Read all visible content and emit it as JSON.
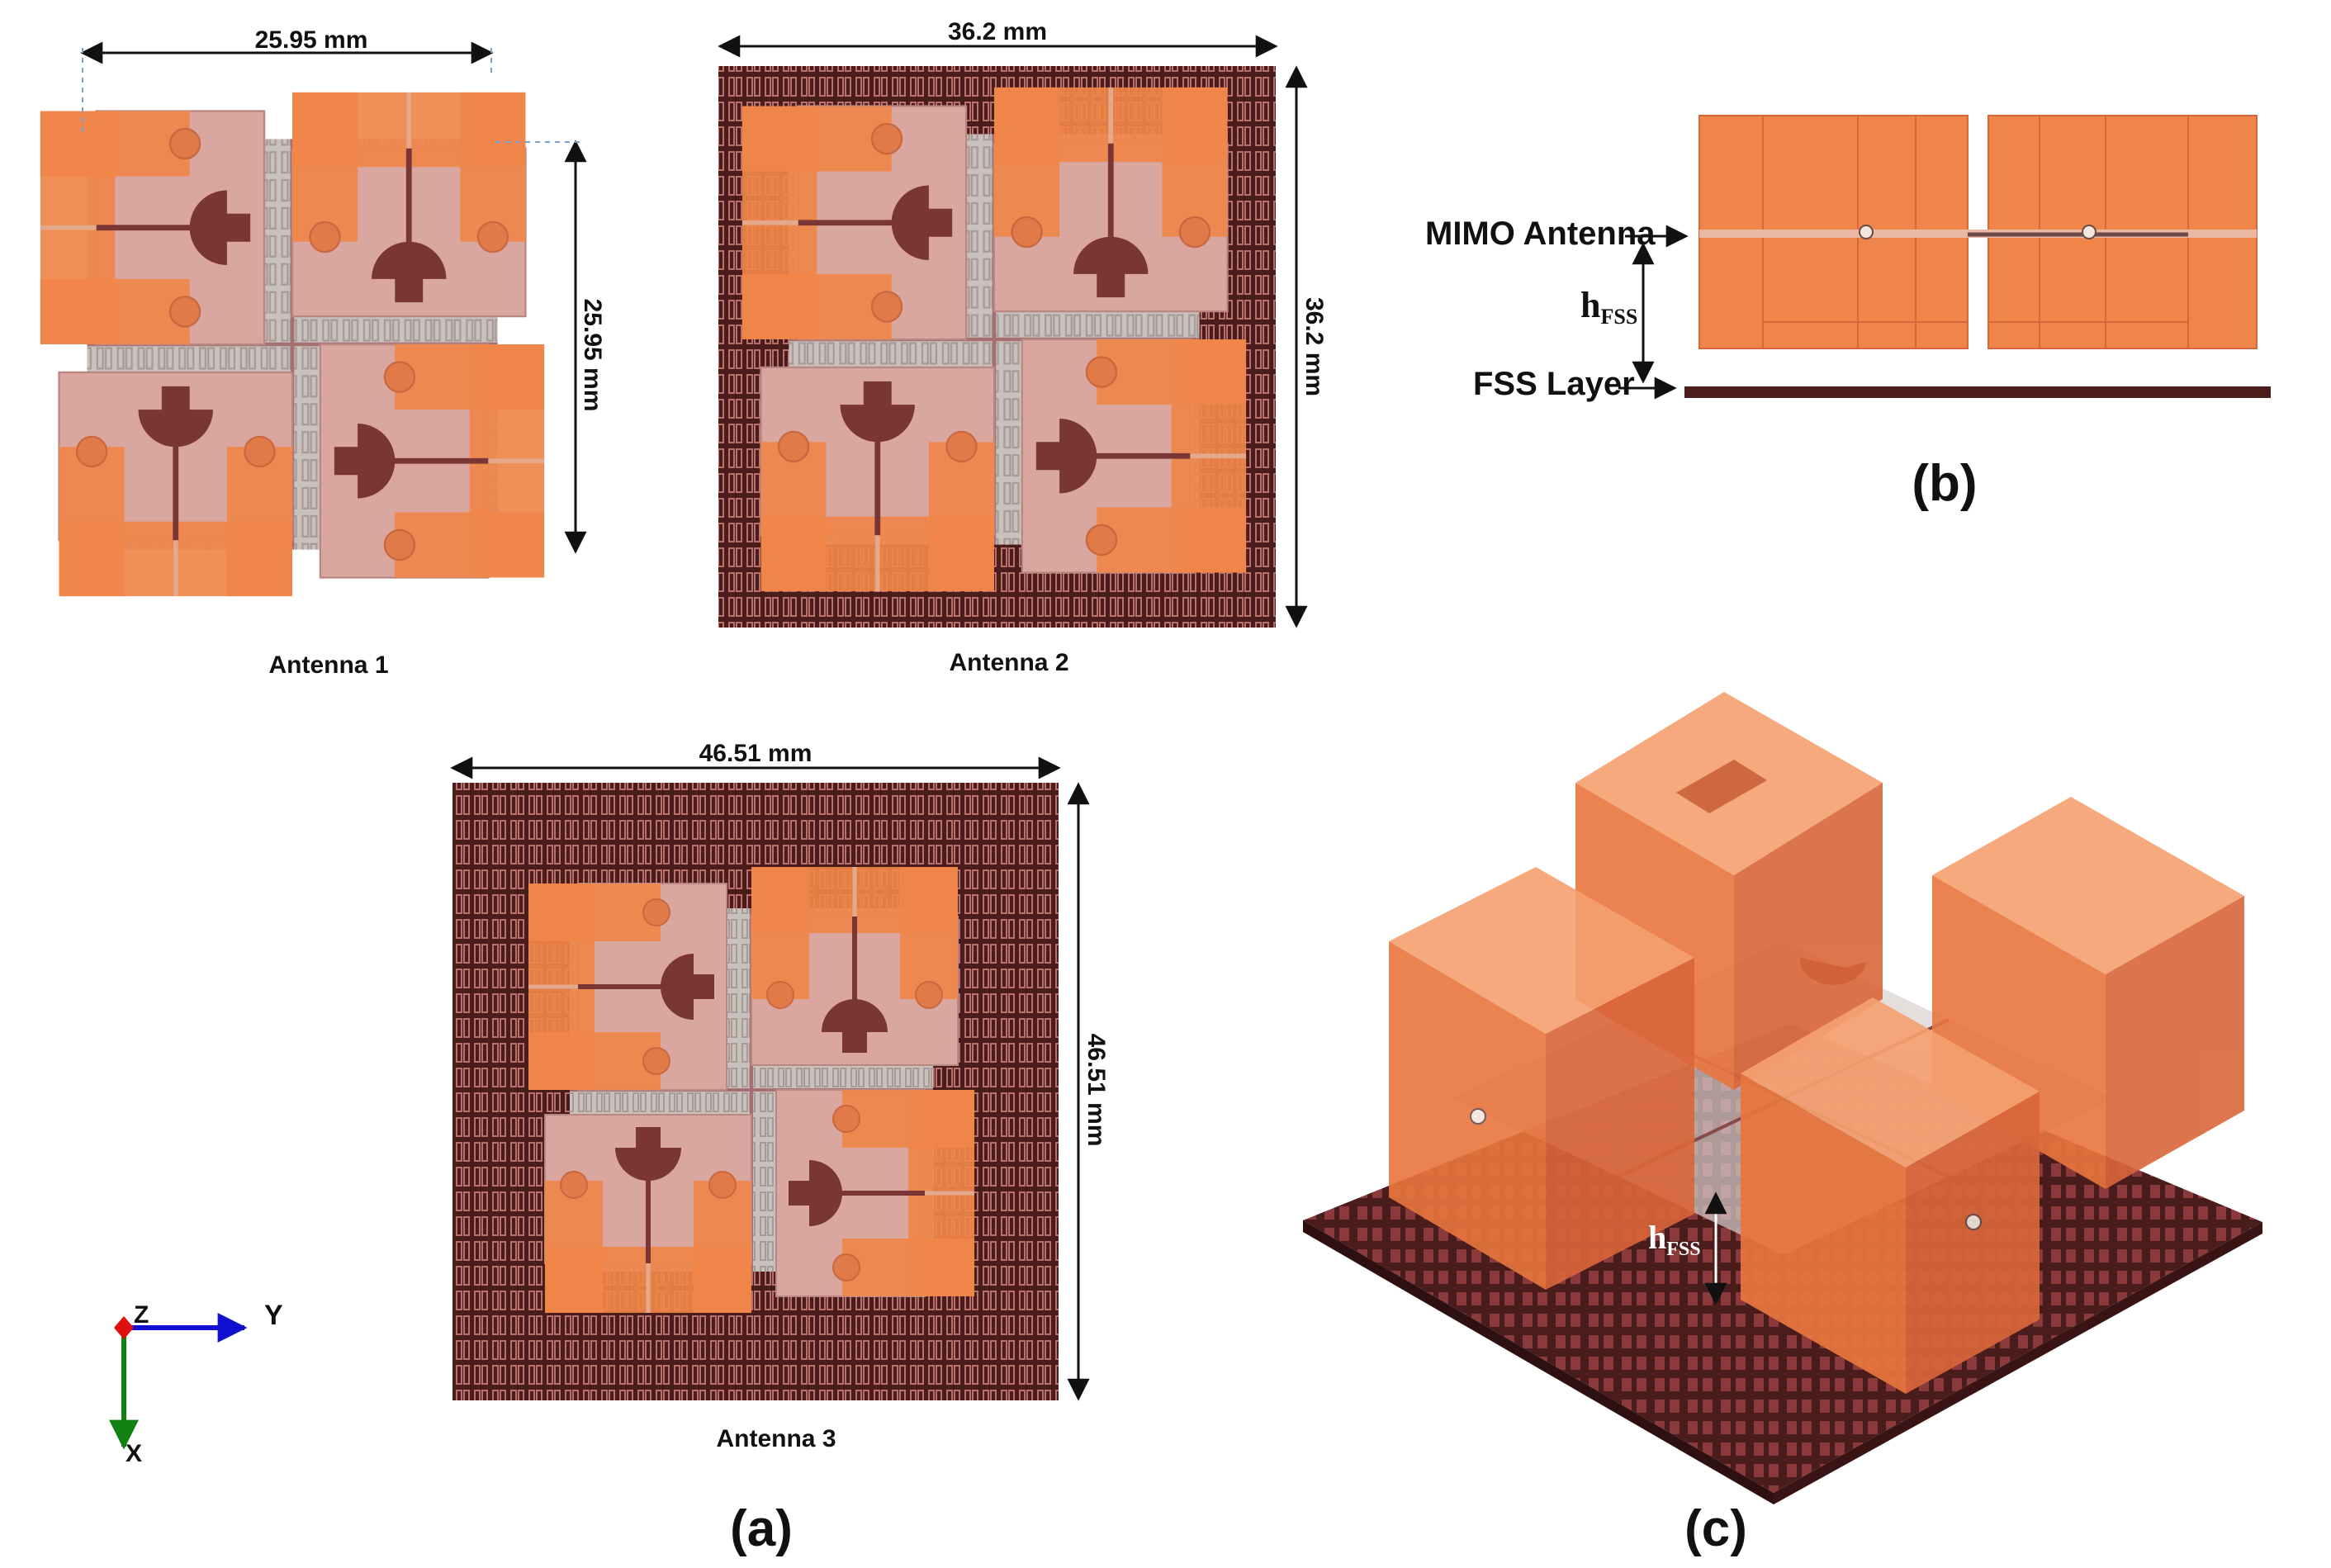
{
  "panel_a": {
    "caption": "(a)",
    "antenna1": {
      "label": "Antenna 1",
      "width": "25.95 mm",
      "height": "25.95 mm"
    },
    "antenna2": {
      "label": "Antenna 2",
      "width": "36.2 mm",
      "height": "36.2 mm"
    },
    "antenna3": {
      "label": "Antenna 3",
      "width": "46.51 mm",
      "height": "46.51 mm"
    },
    "axes": {
      "z": "Z",
      "y": "Y",
      "x": "X"
    }
  },
  "panel_b": {
    "caption": "(b)",
    "mimo_label": "MIMO Antenna",
    "fss_label": "FSS Layer",
    "h_main": "h",
    "h_sub": "FSS"
  },
  "panel_c": {
    "caption": "(c)",
    "h_main": "h",
    "h_sub": "FSS"
  },
  "colors": {
    "copper": "#f0854a",
    "copper_dark": "#d9663a",
    "pink": "#d9a6a0",
    "slot": "#7a3535",
    "fss_dark": "#4a1c1c",
    "fss_line": "#b9706a",
    "substrate": "#c9c1bd",
    "axis_red": "#e01010",
    "axis_blue": "#1010d0",
    "axis_green": "#108010"
  }
}
